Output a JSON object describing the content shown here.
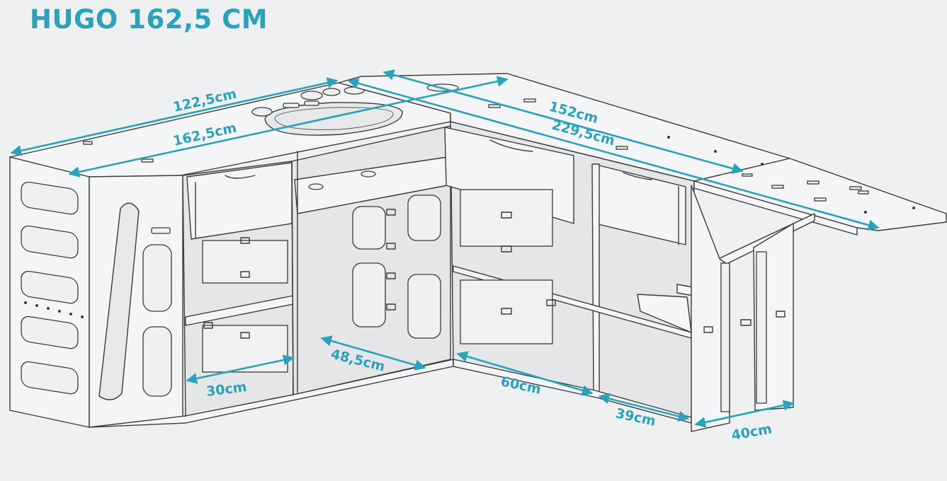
{
  "title": "HUGO 162,5 CM",
  "colors": {
    "accent": "#2aa2b9",
    "line": "#3a3a3a",
    "background": "#eef0f1"
  },
  "dimensions": {
    "d1": "122,5cm",
    "d2": "162,5cm",
    "d3": "152cm",
    "d4": "229,5cm",
    "d5": "30cm",
    "d6": "48,5cm",
    "d7": "60cm",
    "d8": "39cm",
    "d9": "40cm"
  }
}
